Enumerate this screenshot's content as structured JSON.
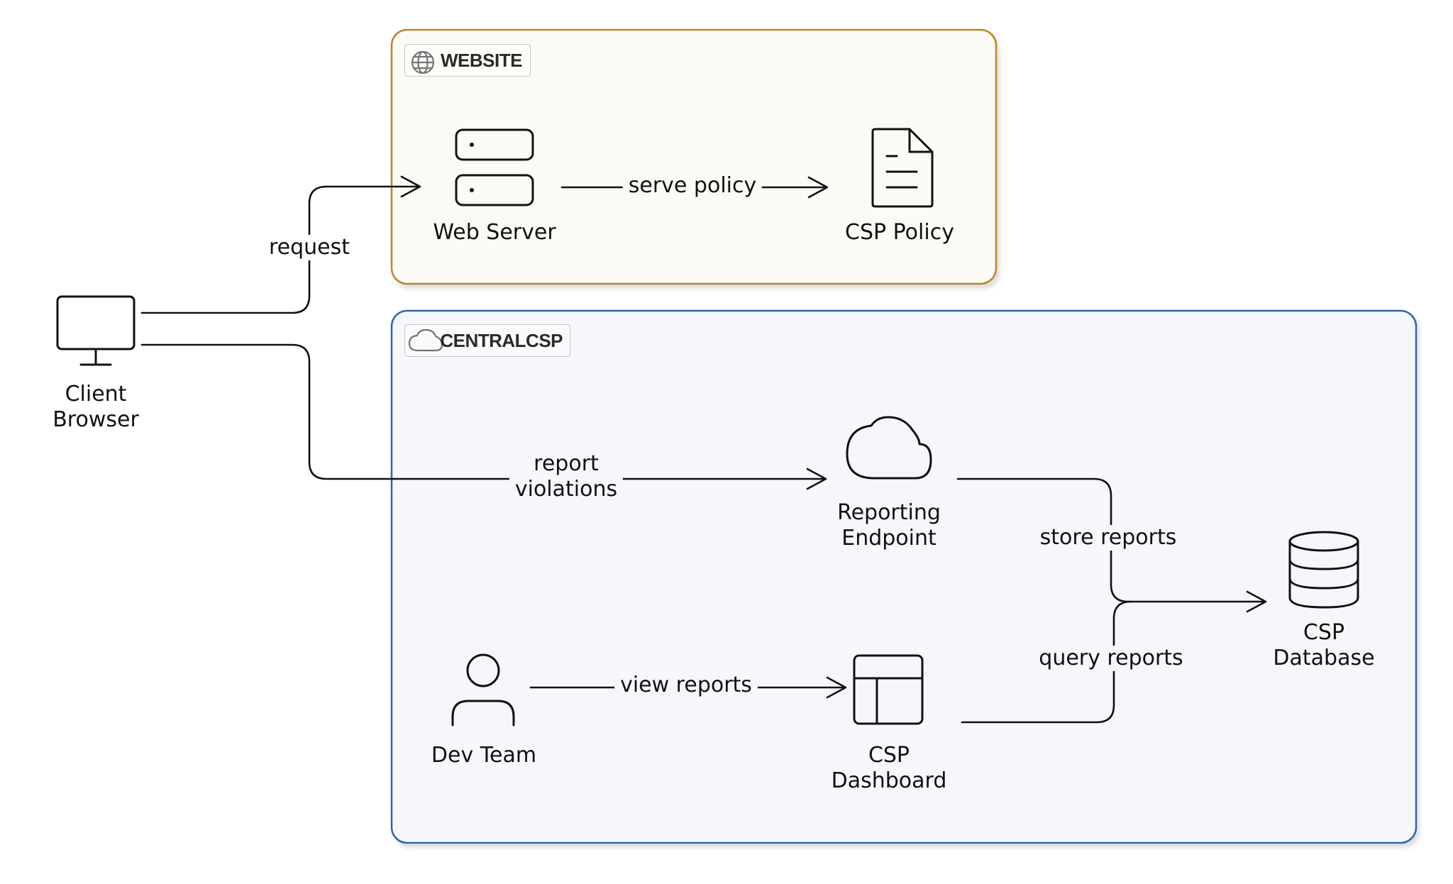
{
  "groups": {
    "website": {
      "title": "WEBSITE",
      "icon": "globe-icon",
      "border_color": "#b8862e",
      "fill_color": "#fcfaf4"
    },
    "centralcsp": {
      "title": "CENTRALCSP",
      "icon": "cloud-icon",
      "border_color": "#3266a8",
      "fill_color": "#f5f7fb"
    }
  },
  "nodes": {
    "client_browser": {
      "label_line1": "Client",
      "label_line2": "Browser",
      "icon": "monitor-icon"
    },
    "web_server": {
      "label": "Web Server",
      "icon": "server-icon"
    },
    "csp_policy": {
      "label": "CSP Policy",
      "icon": "document-icon"
    },
    "reporting_endpoint": {
      "label_line1": "Reporting",
      "label_line2": "Endpoint",
      "icon": "cloud-icon"
    },
    "csp_database": {
      "label_line1": "CSP",
      "label_line2": "Database",
      "icon": "database-icon"
    },
    "dev_team": {
      "label": "Dev Team",
      "icon": "user-icon"
    },
    "csp_dashboard": {
      "label_line1": "CSP",
      "label_line2": "Dashboard",
      "icon": "dashboard-icon"
    }
  },
  "edges": {
    "request": "request",
    "serve_policy": "serve policy",
    "report_violations_line1": "report",
    "report_violations_line2": "violations",
    "store_reports": "store reports",
    "query_reports": "query reports",
    "view_reports": "view reports"
  }
}
